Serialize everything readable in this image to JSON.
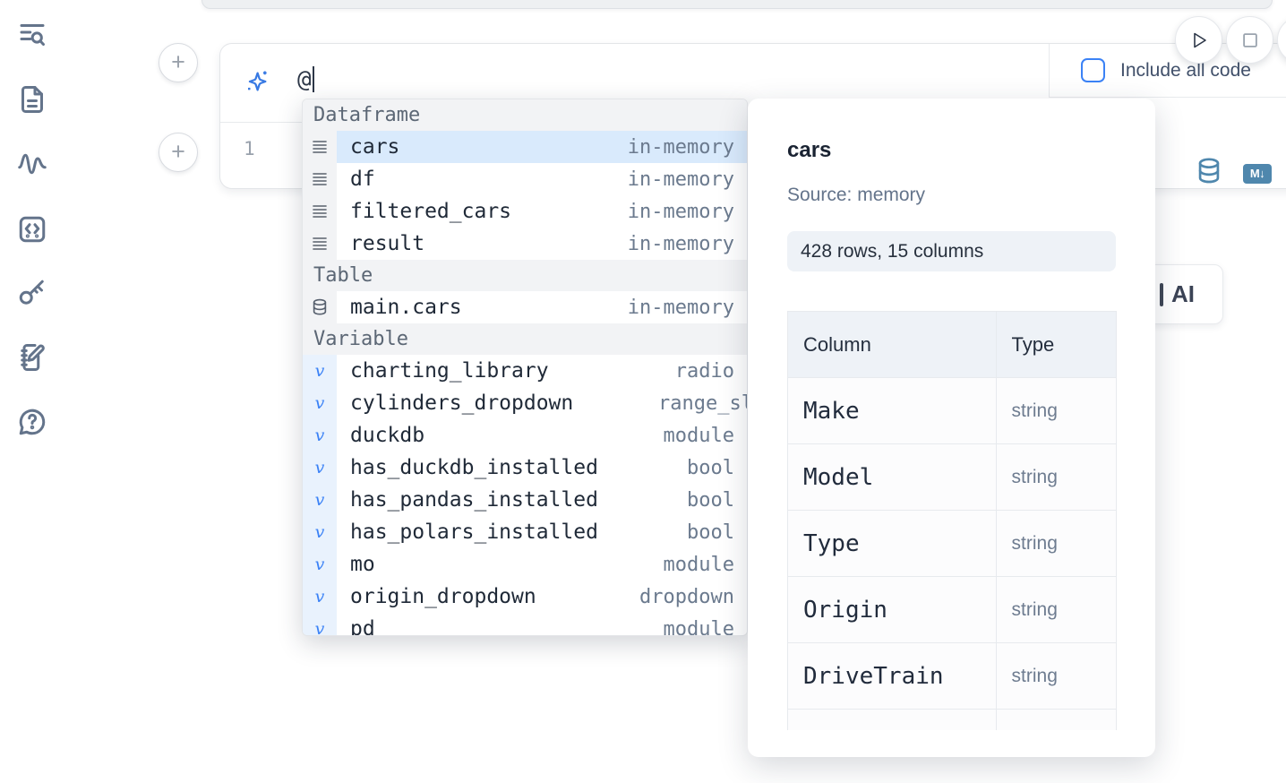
{
  "colors": {
    "accent_blue": "#3b82f6",
    "icon_steel_blue": "#4f87ad",
    "selection_blue": "#d9eafc",
    "slate_icon": "#64748b"
  },
  "sidebar": {
    "items": [
      {
        "icon": "toc-search-icon"
      },
      {
        "icon": "file-icon"
      },
      {
        "icon": "activity-icon"
      },
      {
        "icon": "snippets-code-icon"
      },
      {
        "icon": "key-icon"
      },
      {
        "icon": "scratchpad-icon"
      },
      {
        "icon": "help-chat-icon"
      }
    ]
  },
  "toolbar": {
    "icons": [
      "play-icon",
      "stop-square-icon",
      "clipped-circle-button"
    ]
  },
  "ai_prompt": {
    "value": "@",
    "include_all_code_label": "Include all code",
    "include_all_code_checked": false,
    "sparkle_icon": "sparkles-icon"
  },
  "cell": {
    "line_number": "1",
    "icons": [
      "database-icon",
      "markdown-icon"
    ],
    "markdown_badge": "M↓"
  },
  "ai_button_fragment": {
    "label": "AI"
  },
  "completion": {
    "sections": [
      {
        "label": "Dataframe",
        "gutter": "gray",
        "icon": "dataframe-rows-icon",
        "items": [
          {
            "name": "cars",
            "type": "in-memory",
            "selected": true
          },
          {
            "name": "df",
            "type": "in-memory"
          },
          {
            "name": "filtered_cars",
            "type": "in-memory"
          },
          {
            "name": "result",
            "type": "in-memory"
          }
        ]
      },
      {
        "label": "Table",
        "gutter": "gray",
        "icon": "database-icon",
        "items": [
          {
            "name": "main.cars",
            "type": "in-memory"
          }
        ]
      },
      {
        "label": "Variable",
        "gutter": "blue",
        "icon": "variable-v-icon",
        "items": [
          {
            "name": "charting_library",
            "type": "radio"
          },
          {
            "name": "cylinders_dropdown",
            "type": "range_slider",
            "clipped": true
          },
          {
            "name": "duckdb",
            "type": "module"
          },
          {
            "name": "has_duckdb_installed",
            "type": "bool"
          },
          {
            "name": "has_pandas_installed",
            "type": "bool"
          },
          {
            "name": "has_polars_installed",
            "type": "bool"
          },
          {
            "name": "mo",
            "type": "module"
          },
          {
            "name": "origin_dropdown",
            "type": "dropdown"
          },
          {
            "name": "pd",
            "type": "module"
          }
        ]
      }
    ]
  },
  "preview": {
    "title": "cars",
    "source": "Source: memory",
    "summary": "428 rows, 15 columns",
    "table": {
      "headers": [
        "Column",
        "Type"
      ],
      "rows": [
        [
          "Make",
          "string"
        ],
        [
          "Model",
          "string"
        ],
        [
          "Type",
          "string"
        ],
        [
          "Origin",
          "string"
        ],
        [
          "DriveTrain",
          "string"
        ],
        [
          "",
          ""
        ]
      ]
    }
  }
}
